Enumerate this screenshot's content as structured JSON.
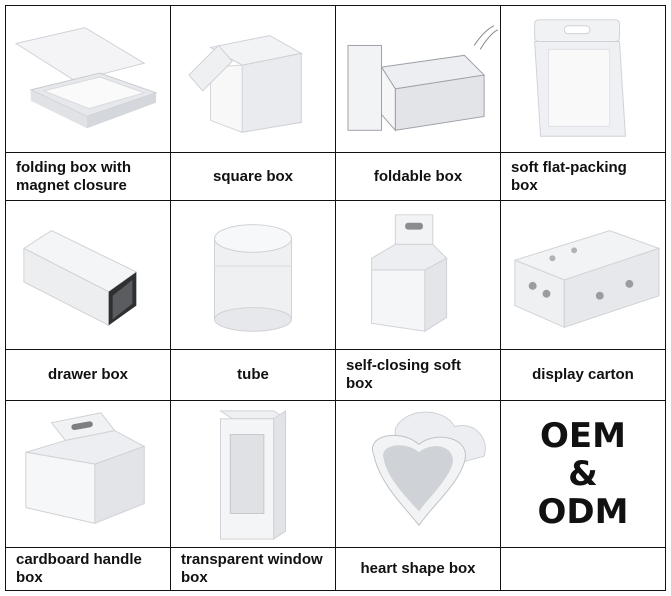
{
  "products": [
    {
      "label": "folding box with magnet closure",
      "icon": "folding-box-icon"
    },
    {
      "label": "square box",
      "icon": "square-box-icon"
    },
    {
      "label": "foldable box",
      "icon": "foldable-box-icon"
    },
    {
      "label": "soft flat-packing box",
      "icon": "soft-flat-packing-box-icon"
    },
    {
      "label": "drawer box",
      "icon": "drawer-box-icon"
    },
    {
      "label": "tube",
      "icon": "tube-icon"
    },
    {
      "label": "self-closing soft box",
      "icon": "self-closing-box-icon"
    },
    {
      "label": "display carton",
      "icon": "display-carton-icon"
    },
    {
      "label": "cardboard handle box",
      "icon": "handle-box-icon"
    },
    {
      "label": "transparent window box",
      "icon": "window-box-icon"
    },
    {
      "label": "heart shape box",
      "icon": "heart-box-icon"
    }
  ],
  "oem": {
    "line1": "OEM",
    "line2": "&",
    "line3": "ODM"
  }
}
